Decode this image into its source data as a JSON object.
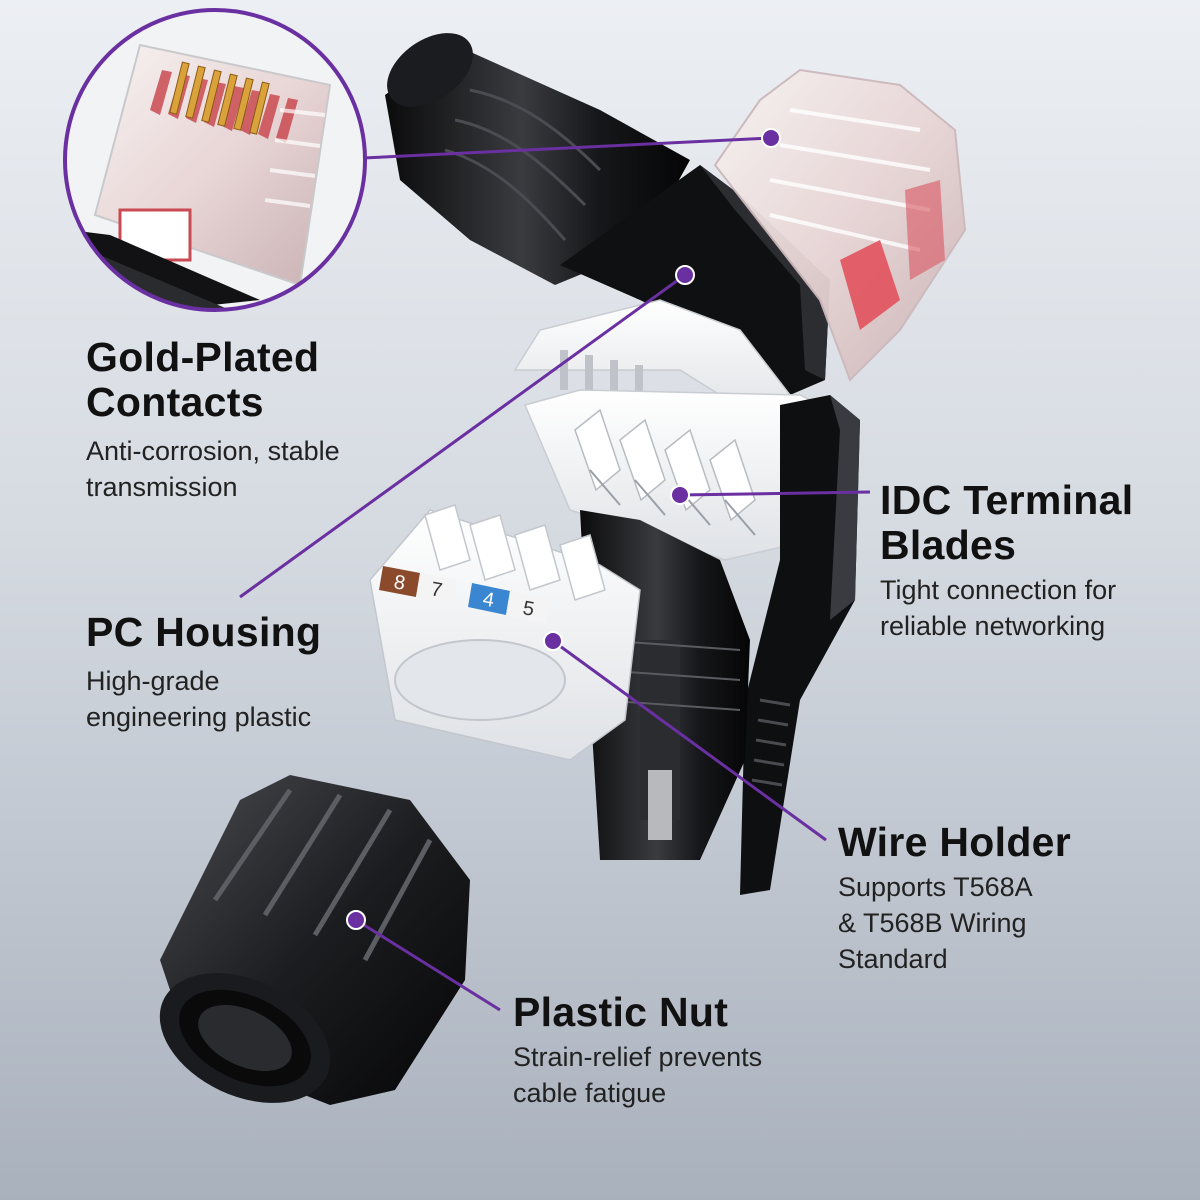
{
  "callouts": {
    "gold_plated_contacts": {
      "title_line1": "Gold-Plated",
      "title_line2": "Contacts",
      "desc_line1": "Anti-corrosion, stable",
      "desc_line2": "transmission"
    },
    "pc_housing": {
      "title": "PC Housing",
      "desc_line1": "High-grade",
      "desc_line2": "engineering plastic"
    },
    "idc_terminal_blades": {
      "title_line1": "IDC Terminal",
      "title_line2": "Blades",
      "desc_line1": "Tight connection for",
      "desc_line2": "reliable networking"
    },
    "wire_holder": {
      "title": "Wire Holder",
      "desc_line1": "Supports T568A",
      "desc_line2": "& T568B Wiring",
      "desc_line3": "Standard"
    },
    "plastic_nut": {
      "title": "Plastic Nut",
      "desc_line1": "Strain-relief prevents",
      "desc_line2": "cable fatigue"
    }
  },
  "wire_holder_labels": [
    "8",
    "7",
    "4",
    "5"
  ],
  "colors": {
    "accent_purple": "#6a2fa0",
    "pin_8_brown": "#8b4a2b",
    "pin_4_blue": "#3a86d0"
  }
}
